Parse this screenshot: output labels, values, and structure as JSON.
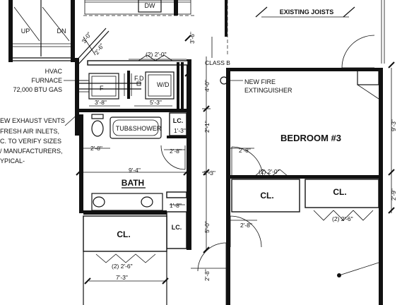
{
  "stairs": {
    "up": "UP",
    "dn": "DN"
  },
  "appliances": {
    "dw": "DW",
    "wd": "W/D",
    "fd": "F.D",
    "f": "F"
  },
  "notes": {
    "existing_joists": "EXISTING JOISTS",
    "hvac": [
      "HVAC",
      "FURNACE",
      "72,000 BTU GAS"
    ],
    "class_b": "CLASS B",
    "fire_ext": [
      "NEW FIRE",
      "EXTINGUISHER"
    ],
    "exhaust": [
      "EW EXHAUST VENTS",
      "FRESH AIR INLETS,",
      "C. TO VERIFY SIZES",
      "/ MANUFACTURERS,",
      "YPICAL-"
    ]
  },
  "rooms": {
    "bedroom": "BEDROOM #3",
    "bath": "BATH",
    "tub": "TUB&SHOWER",
    "lc": "LC.",
    "cl": "CL."
  },
  "dimensions": {
    "d_2_2_0": "(2) 2'-0\"",
    "d_3_6": "3'-6\"",
    "d_2_6_top": "2'-6\"",
    "d_3_0_diag": "3'-0\"",
    "d_4_0": "4'-0\"",
    "d_3_8": "3'-8\"",
    "d_5_3": "5'-3\"",
    "d_2_1": "2'-1\"",
    "d_1_3": "1'-3\"",
    "d_2_8_a": "2'-8\"",
    "d_2_8_b": "2'-8\"",
    "d_2_8_c": "2'-8\"",
    "d_2_8_d": "2'-8\"",
    "d_2_8_e": "2'-8\"",
    "d_9_4": "9'-4\"",
    "d_3_3": "3'-3\"",
    "d_2_2_0_b": "(2) 2'-0\"",
    "d_1_8": "1'-8\"",
    "d_5_0": "5'-0\"",
    "d_2_2_6_a": "(2) 2'-6\"",
    "d_2_2_6_b": "(2) 2'-6\"",
    "d_7_3": "7'-3\"",
    "d_9_3": "9'-3\"",
    "d_2_9": "2'-9\""
  }
}
